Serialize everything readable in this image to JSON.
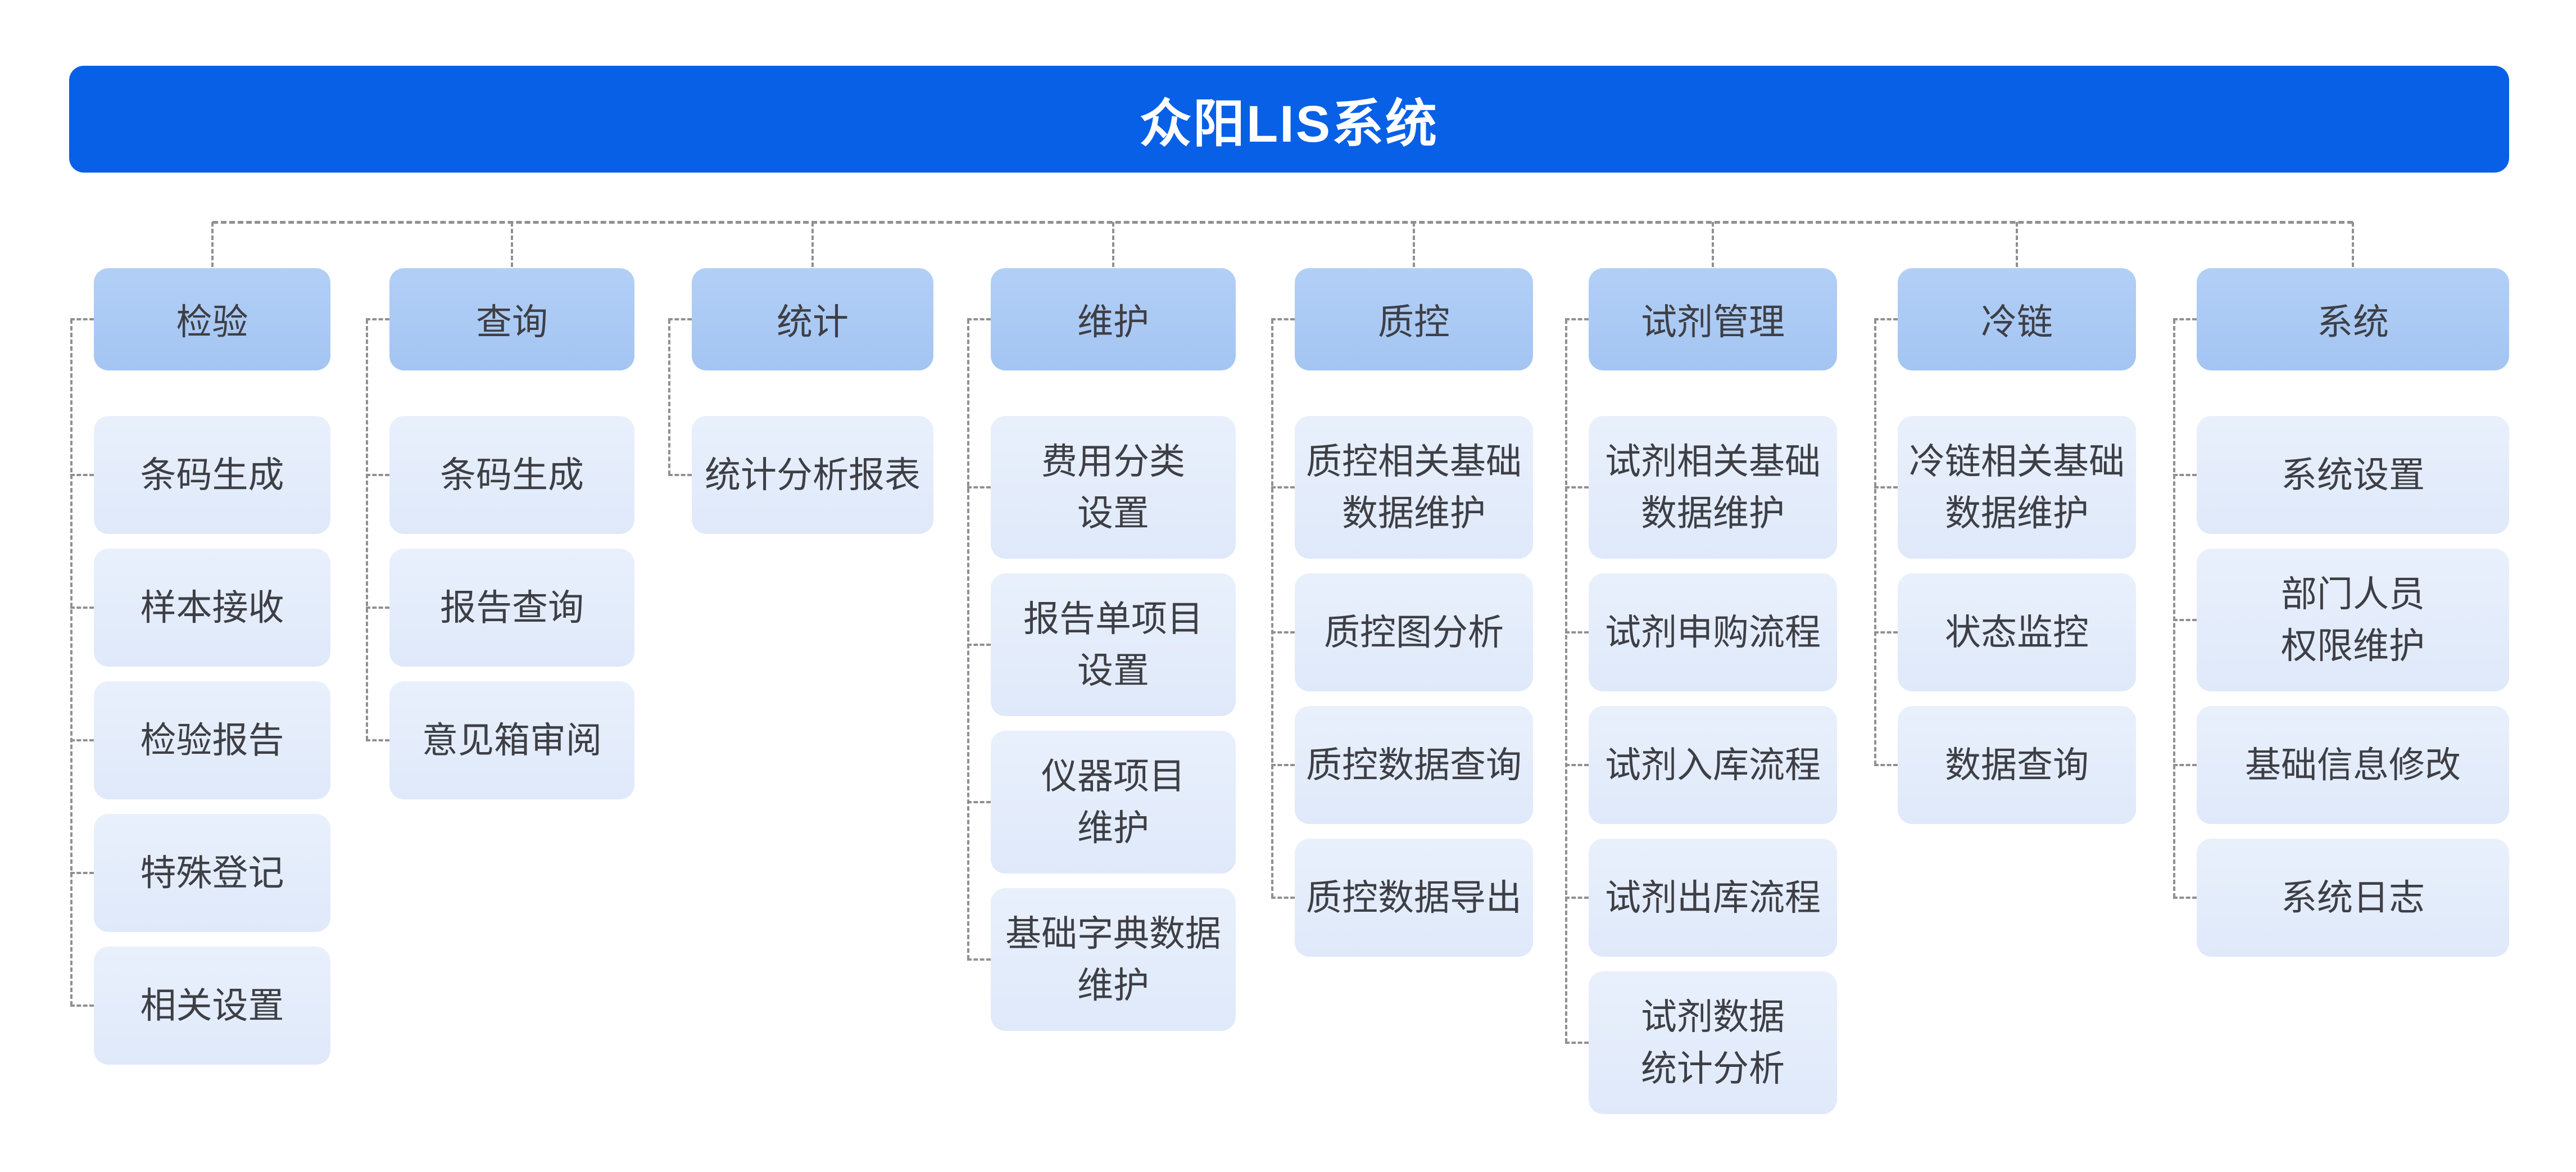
{
  "title": "众阳LIS系统",
  "colors": {
    "background": "#FFFFFF",
    "banner": "#0760E6",
    "banner_text": "#FFFFFF",
    "category_fill_top": "#B2CFF6",
    "category_fill_bottom": "#A4C5F2",
    "item_fill_top": "#E9F0FC",
    "item_fill_bottom": "#DFE9FA",
    "text": "#3E3F45",
    "connector": "#909090"
  },
  "columns": [
    {
      "label": "检验",
      "items": [
        [
          "条码生成"
        ],
        [
          "样本接收"
        ],
        [
          "检验报告"
        ],
        [
          "特殊登记"
        ],
        [
          "相关设置"
        ]
      ]
    },
    {
      "label": "查询",
      "items": [
        [
          "条码生成"
        ],
        [
          "报告查询"
        ],
        [
          "意见箱审阅"
        ]
      ]
    },
    {
      "label": "统计",
      "items": [
        [
          "统计分析报表"
        ]
      ]
    },
    {
      "label": "维护",
      "items": [
        [
          "费用分类",
          "设置"
        ],
        [
          "报告单项目",
          "设置"
        ],
        [
          "仪器项目",
          "维护"
        ],
        [
          "基础字典数据",
          "维护"
        ]
      ]
    },
    {
      "label": "质控",
      "items": [
        [
          "质控相关基础",
          "数据维护"
        ],
        [
          "质控图分析"
        ],
        [
          "质控数据查询"
        ],
        [
          "质控数据导出"
        ]
      ]
    },
    {
      "label": "试剂管理",
      "items": [
        [
          "试剂相关基础",
          "数据维护"
        ],
        [
          "试剂申购流程"
        ],
        [
          "试剂入库流程"
        ],
        [
          "试剂出库流程"
        ],
        [
          "试剂数据",
          "统计分析"
        ]
      ]
    },
    {
      "label": "冷链",
      "items": [
        [
          "冷链相关基础",
          "数据维护"
        ],
        [
          "状态监控"
        ],
        [
          "数据查询"
        ]
      ]
    },
    {
      "label": "系统",
      "items": [
        [
          "系统设置"
        ],
        [
          "部门人员",
          "权限维护"
        ],
        [
          "基础信息修改"
        ],
        [
          "系统日志"
        ]
      ]
    }
  ]
}
